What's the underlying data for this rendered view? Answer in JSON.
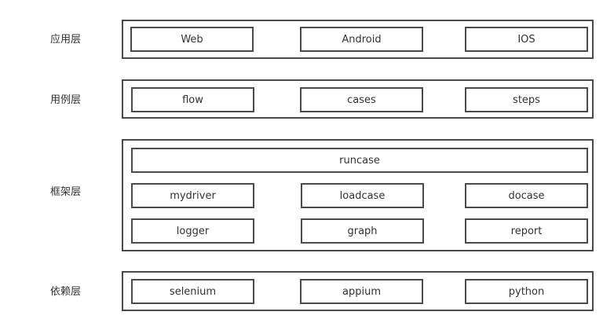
{
  "layers": [
    {
      "label": "应用层",
      "rows": [
        [
          "Web",
          "Android",
          "IOS"
        ]
      ]
    },
    {
      "label": "用例层",
      "rows": [
        [
          "flow",
          "cases",
          "steps"
        ]
      ]
    },
    {
      "label": "框架层",
      "rows": [
        [
          "runcase"
        ],
        [
          "mydriver",
          "loadcase",
          "docase"
        ],
        [
          "logger",
          "graph",
          "report"
        ]
      ]
    },
    {
      "label": "依赖层",
      "rows": [
        [
          "selenium",
          "appium",
          "python"
        ]
      ]
    }
  ]
}
